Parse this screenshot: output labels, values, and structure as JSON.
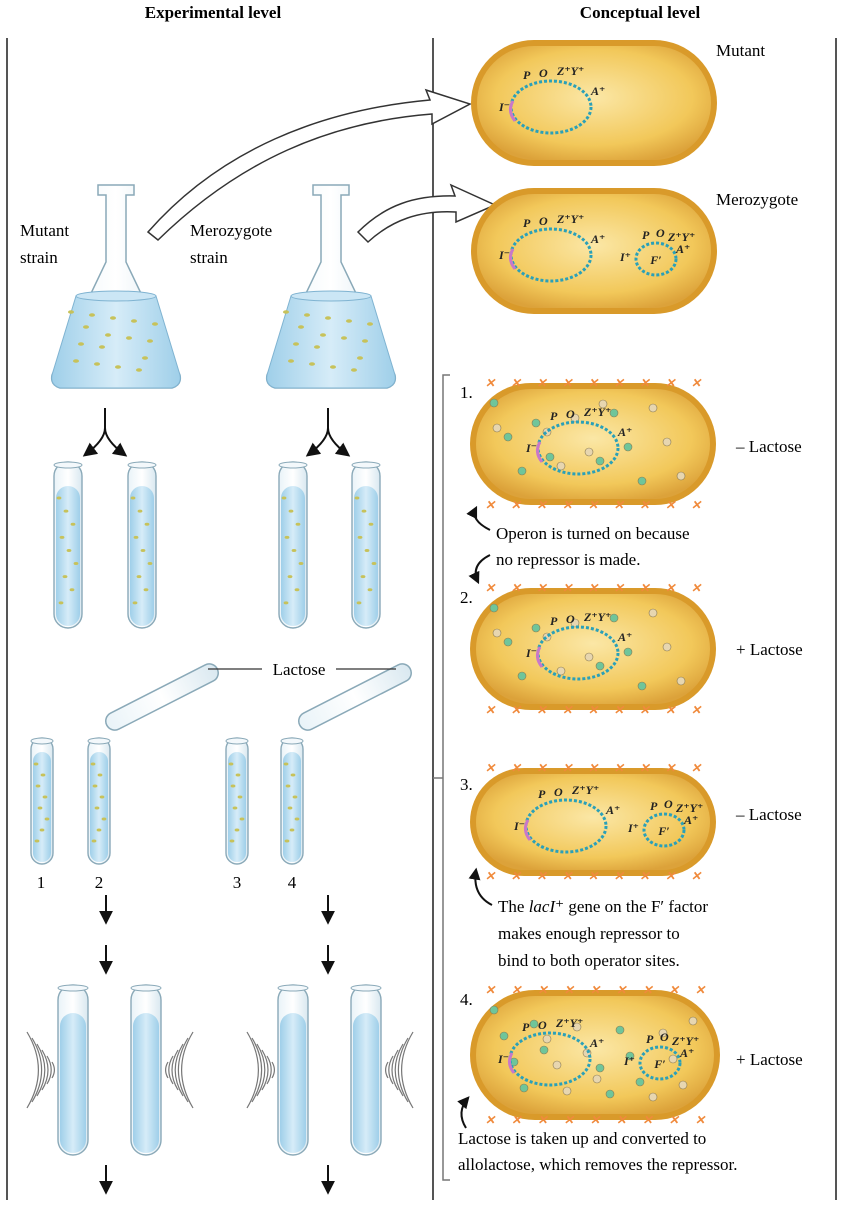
{
  "headers": {
    "experimental": "Experimental level",
    "conceptual": "Conceptual level"
  },
  "flask_labels": {
    "mutant": [
      "Mutant",
      "strain"
    ],
    "merozygote": [
      "Merozygote",
      "strain"
    ]
  },
  "lactose_label": "Lactose",
  "tube_numbers": [
    "1",
    "2",
    "3",
    "4"
  ],
  "cell_labels": {
    "mutant": "Mutant",
    "merozygote": "Merozygote"
  },
  "genes": {
    "P": "P",
    "O": "O",
    "ZY": "Z⁺Y⁺",
    "I_minus": "I⁻",
    "I_plus": "I⁺",
    "A": "A⁺",
    "F": "F′"
  },
  "steps": [
    {
      "num": "1.",
      "condition": "– Lactose"
    },
    {
      "num": "2.",
      "condition": "+ Lactose"
    },
    {
      "num": "3.",
      "condition": "– Lactose"
    },
    {
      "num": "4.",
      "condition": "+ Lactose"
    }
  ],
  "captions": {
    "c1": [
      "Operon is turned on because",
      "no repressor is made."
    ],
    "c3_prefix": "The ",
    "c3_gene": "lacI⁺",
    "c3_suffix": " gene on the F′ factor",
    "c3_rest": [
      "makes enough repressor to",
      "bind to both operator sites."
    ],
    "c4": [
      "Lactose is taken up and converted to",
      "allolactose, which removes the repressor."
    ]
  },
  "colors": {
    "cell_fill": "#f2c85a",
    "cell_edge": "#d99a2a",
    "dna": "#2aa0b8",
    "liquid": "#bfe0f2",
    "repressor": "#f08a3c"
  }
}
